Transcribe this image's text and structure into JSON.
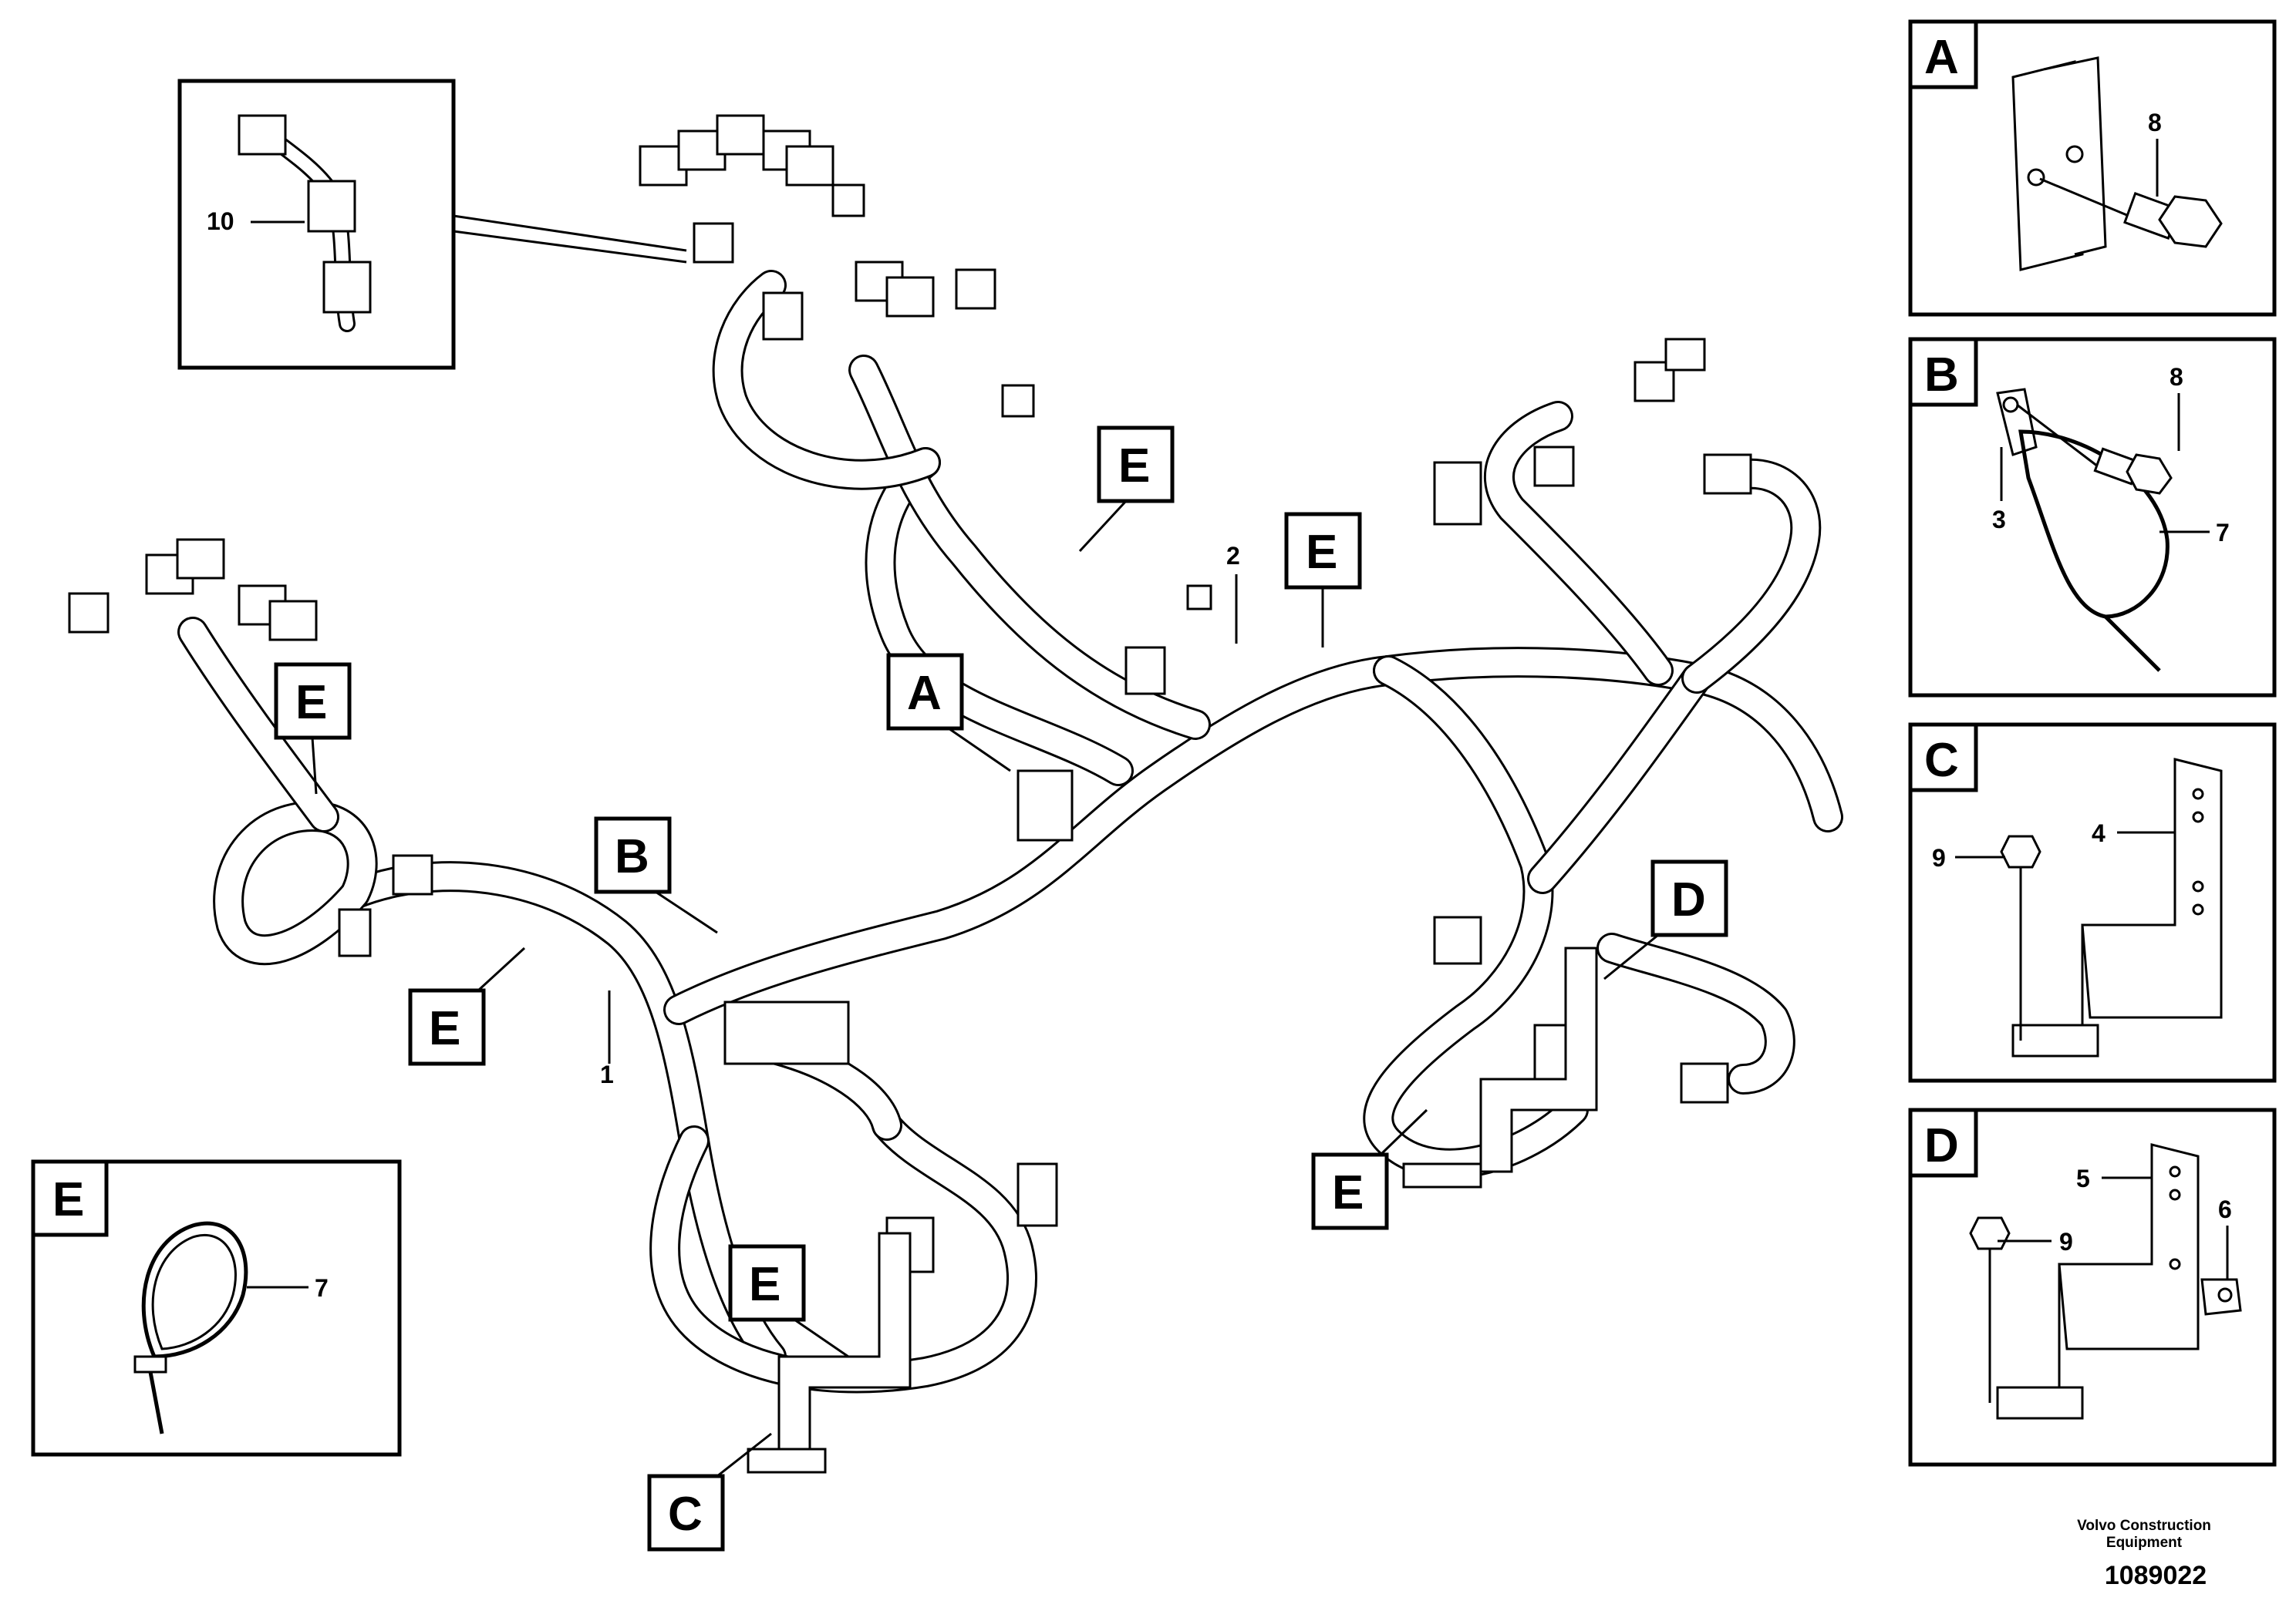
{
  "callouts": {
    "A": "A",
    "B": "B",
    "C": "C",
    "D": "D",
    "E": "E"
  },
  "main_labels": {
    "harness_1": "1",
    "harness_2": "2",
    "inset_10": "10"
  },
  "detail_panels": {
    "A": {
      "letter": "A",
      "parts": [
        "8"
      ]
    },
    "B": {
      "letter": "B",
      "parts": [
        "8",
        "3",
        "7"
      ]
    },
    "C": {
      "letter": "C",
      "parts": [
        "4",
        "9"
      ]
    },
    "D": {
      "letter": "D",
      "parts": [
        "5",
        "9",
        "6"
      ]
    },
    "E": {
      "letter": "E",
      "parts": [
        "7"
      ]
    }
  },
  "footer": {
    "company_line1": "Volvo Construction",
    "company_line2": "Equipment",
    "drawing_number": "1089022"
  },
  "icons": [
    "wire-harness-icon",
    "connector-icon",
    "bracket-icon",
    "bolt-icon",
    "cable-tie-icon"
  ]
}
